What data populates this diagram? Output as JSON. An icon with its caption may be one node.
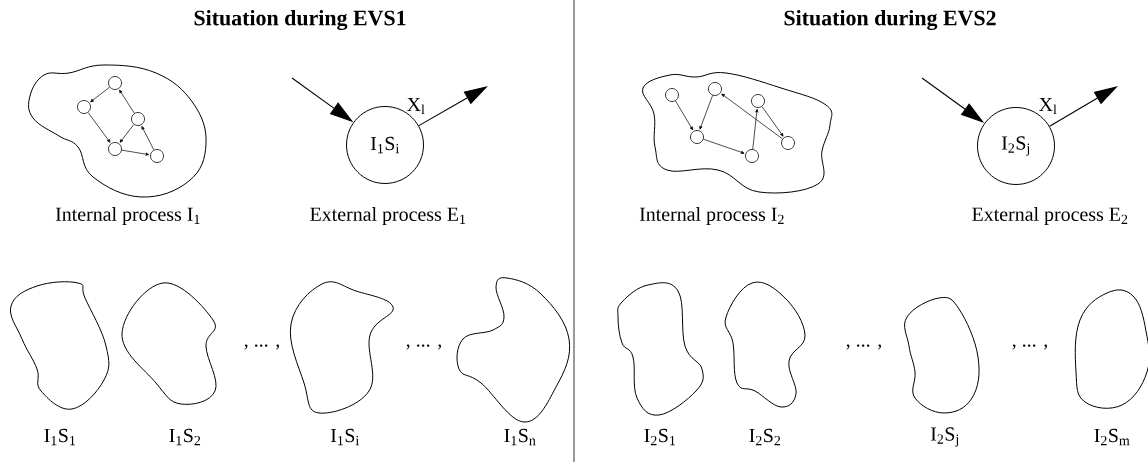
{
  "diagram": {
    "nodes": [
      {
        "text": [],
        "shape": "cloud",
        "beside": [
          "Internal process I$_{1}$"
        ]
      },
      {
        "text": [],
        "shape": "circle",
        "in": 0
      },
      {
        "text": [],
        "shape": "circle",
        "in": 0
      },
      {
        "text": [],
        "shape": "circle",
        "in": 0
      },
      {
        "text": [],
        "shape": "circle",
        "in": 0
      },
      {
        "text": [],
        "shape": "circle",
        "in": 0
      },
      {
        "text": [
          "I$_{1}$S$_{i}$"
        ],
        "beside": [
          "External process E$_{1}$"
        ]
      },
      {
        "text": [],
        "shape": "cloud",
        "beside": [
          "I$_{1}$S$_{1}$"
        ]
      },
      {
        "text": [],
        "shape": "cloud",
        "beside": [
          "I$_{1}$S$_{2}$"
        ]
      },
      {
        "text": [],
        "shape": "cloud",
        "beside": [
          "I$_{1}$S$_{i}$"
        ]
      },
      {
        "text": [],
        "shape": "cloud",
        "beside": [
          "I$_{1}$S$_{n}$"
        ]
      },
      {
        "text": [],
        "shape": "cloud",
        "beside": [
          "Internal process I$_{2}$"
        ]
      },
      {
        "text": [],
        "shape": "circle",
        "in": 11
      },
      {
        "text": [],
        "shape": "circle",
        "in": 11
      },
      {
        "text": [],
        "shape": "circle",
        "in": 11
      },
      {
        "text": [],
        "shape": "circle",
        "in": 11
      },
      {
        "text": [],
        "shape": "circle",
        "in": 11
      },
      {
        "text": [],
        "shape": "circle",
        "in": 11
      },
      {
        "text": [
          "I$_{2}$S$_{j}$"
        ],
        "beside": [
          "External process E$_{2}$"
        ]
      },
      {
        "text": [],
        "shape": "cloud",
        "beside": [
          "I$_{2}$S$_{1}$"
        ]
      },
      {
        "text": [],
        "shape": "cloud",
        "beside": [
          "I$_{2}$S$_{2}$"
        ]
      },
      {
        "text": [],
        "shape": "cloud",
        "beside": [
          "I$_{2}$S$_{j}$"
        ]
      },
      {
        "text": [],
        "shape": "cloud",
        "beside": [
          "I$_{2}$S$_{m}$"
        ]
      }
    ],
    "edges": [
      {
        "from": 1,
        "to": 2,
        "arrow": "to"
      },
      {
        "from": 2,
        "to": 4,
        "arrow": "to"
      },
      {
        "from": 3,
        "to": 4,
        "arrow": "to"
      },
      {
        "from": 4,
        "to": 5,
        "arrow": "to"
      },
      {
        "from": 5,
        "to": 3,
        "arrow": "to"
      },
      {
        "from": 3,
        "to": 1,
        "arrow": "to"
      },
      {
        "from": null,
        "to": 6,
        "arrow": "to"
      },
      {
        "from": 6,
        "to": null,
        "arrow": "to"
      },
      {
        "from": 12,
        "to": 15,
        "arrow": "to"
      },
      {
        "from": 13,
        "to": 15,
        "arrow": "to"
      },
      {
        "from": 15,
        "to": 16,
        "arrow": "to"
      },
      {
        "from": 16,
        "to": 14,
        "arrow": "to"
      },
      {
        "from": 14,
        "to": 17,
        "arrow": "to"
      },
      {
        "from": 17,
        "to": 13,
        "arrow": "to"
      },
      {
        "from": null,
        "to": 18,
        "arrow": "to"
      },
      {
        "from": 18,
        "to": null,
        "arrow": "to"
      }
    ],
    "labels": [
      "Situation during EVS1",
      "Situation during EVS2",
      "X$_{l}$",
      "X$_{l}$",
      ", ... ,",
      ", ... ,",
      ", ... ,",
      ", ... ,"
    ]
  }
}
